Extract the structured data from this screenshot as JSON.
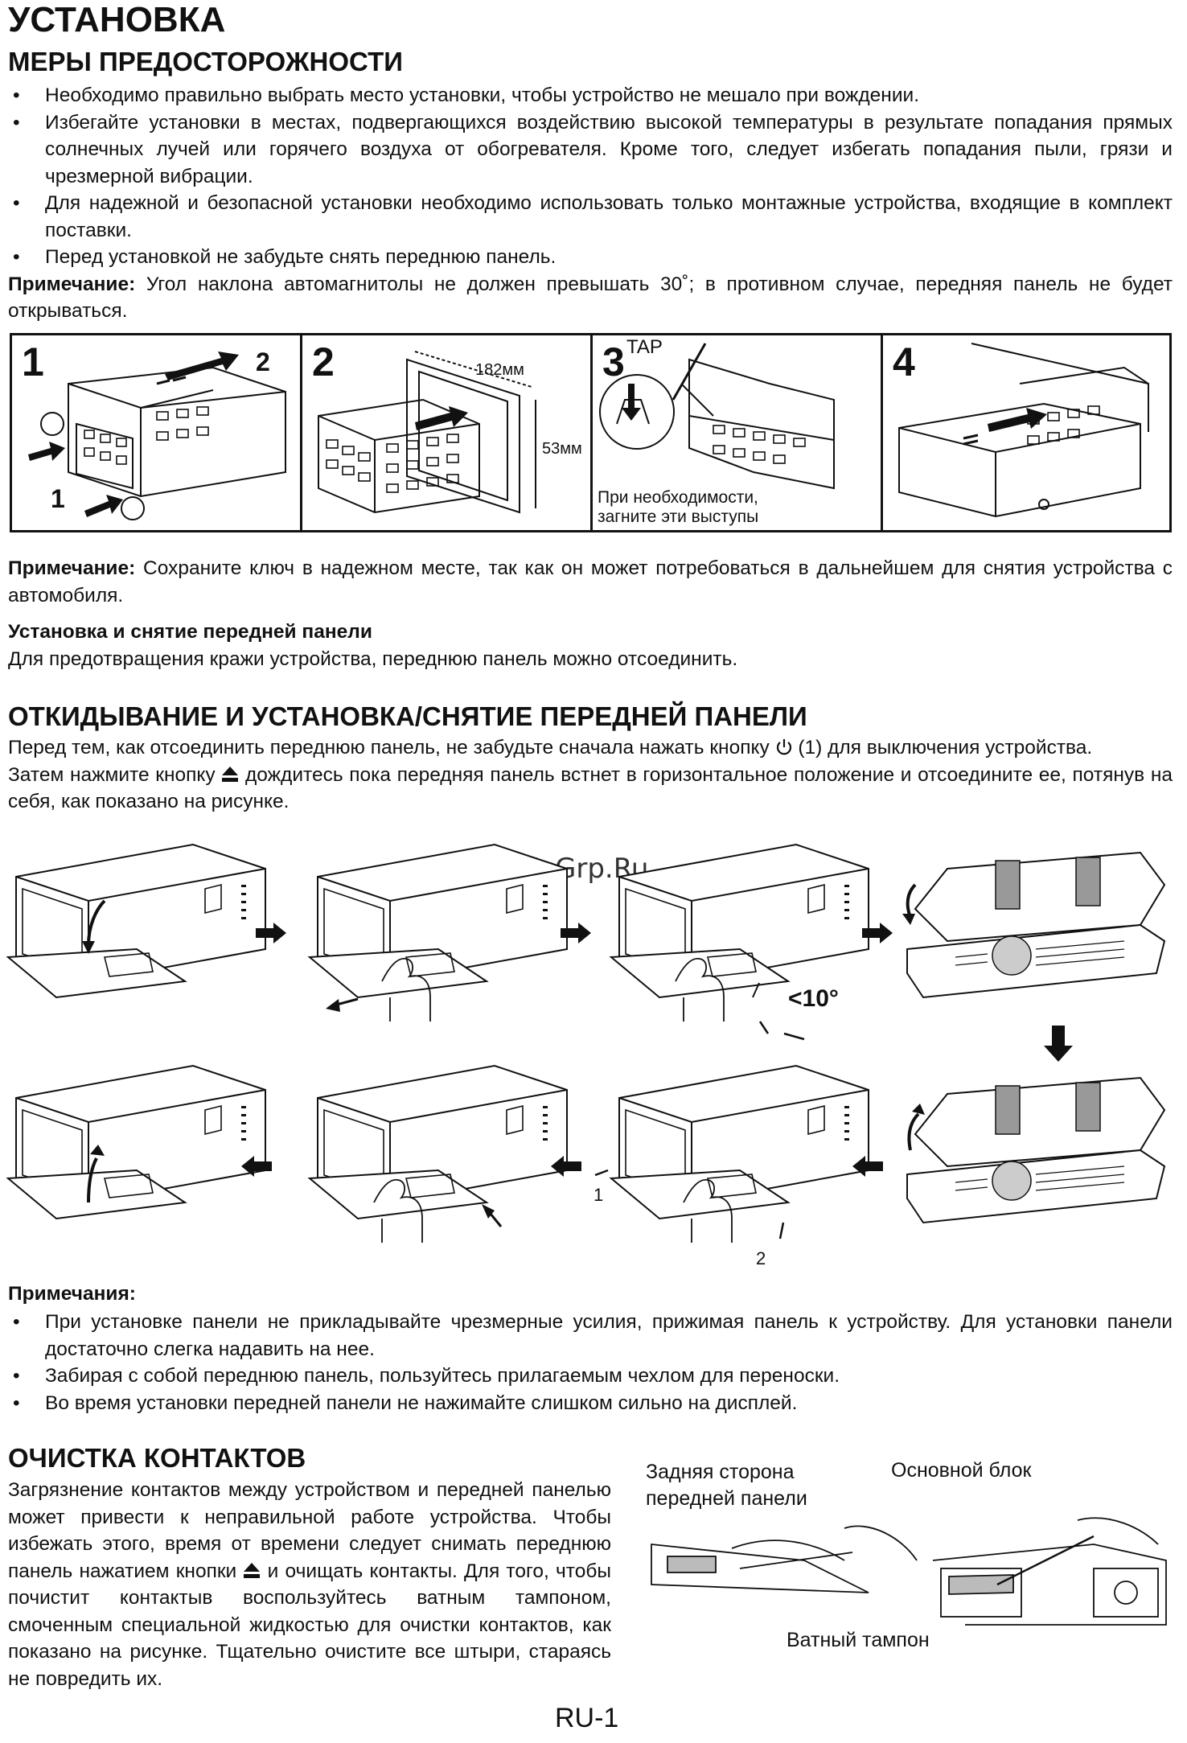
{
  "title": "УСТАНОВКА",
  "precautions": {
    "heading": "МЕРЫ ПРЕДОСТОРОЖНОСТИ",
    "items": [
      "Необходимо правильно выбрать место установки, чтобы устройство не мешало при вождении.",
      "Избегайте установки в местах, подвергающихся воздействию высокой температуры в результате попадания прямых солнечных лучей или горячего воздуха от обогревателя. Кроме того, следует избегать попадания пыли, грязи и чрезмерной вибрации.",
      "Для надежной и безопасной установки необходимо использовать только монтажные устройства, входящие в комплект поставки.",
      "Перед установкой не забудьте снять переднюю панель."
    ],
    "note_label": "Примечание:",
    "note_text": " Угол наклона автомагнитолы не должен превышать 30˚; в противном случае, передняя панель не будет открываться."
  },
  "steps": {
    "panels": [
      {
        "number": "1",
        "labels": [
          "2",
          "1"
        ]
      },
      {
        "number": "2",
        "labels": [
          "182мм",
          "53мм"
        ]
      },
      {
        "number": "3",
        "tap": "TAP",
        "caption": "При необходимости,\nзагните эти выступы"
      },
      {
        "number": "4"
      }
    ]
  },
  "key_note": {
    "label": "Примечание:",
    "text": " Сохраните ключ в надежном месте, так как он может потребоваться в дальнейшем для снятия устройства с автомобиля."
  },
  "front_panel": {
    "subheading": "Установка и снятие передней панели",
    "text": "Для предотвращения кражи устройства, переднюю панель можно отсоединить."
  },
  "flip_section": {
    "heading": "ОТКИДЫВАНИЕ И УСТАНОВКА/СНЯТИЕ ПЕРЕДНЕЙ ПАНЕЛИ",
    "p1_a": "Перед тем, как отсоединить переднюю панель, не забудьте сначала нажать кнопку ",
    "p1_b": " (1) для выключения устройства.",
    "p2_a": "Затем нажмите кнопку ",
    "p2_b": " дождитесь пока передняя панель встнет в горизонтальное положение и отсоедините ее, потянув на себя, как показано на рисунке.",
    "angle_label": "<10°",
    "label_1": "1",
    "label_2": "2",
    "watermark": "McGrp.Ru"
  },
  "notes": {
    "heading": "Примечания:",
    "items": [
      "При установке панели не прикладывайте чрезмерные усилия, прижимая панель к устройству. Для установки панели достаточно слегка надавить на нее.",
      "Забирая с собой переднюю панель, пользуйтесь прилагаемым чехлом для переноски.",
      "Во время установки передней панели не нажимайте слишком сильно на дисплей."
    ]
  },
  "cleaning": {
    "heading": "ОЧИСТКА КОНТАКТОВ",
    "text_a": "Загрязнение контактов между устройством и передней панелью может привести к неправильной работе устройства. Чтобы избежать этого, время от времени следует снимать переднюю панель нажатием кнопки ",
    "text_b": " и очищать контакты. Для того, чтобы почистит контактыв воспользуйтесь ватным тампоном, смоченным специальной жидкостью для очистки контактов, как показано на рисунке. Тщательно очистите все штыри, стараясь не повредить их.",
    "label_back": "Задняя сторона\nпередней панели",
    "label_main": "Основной блок",
    "label_swab": "Ватный тампон"
  },
  "page_number": "RU-1"
}
